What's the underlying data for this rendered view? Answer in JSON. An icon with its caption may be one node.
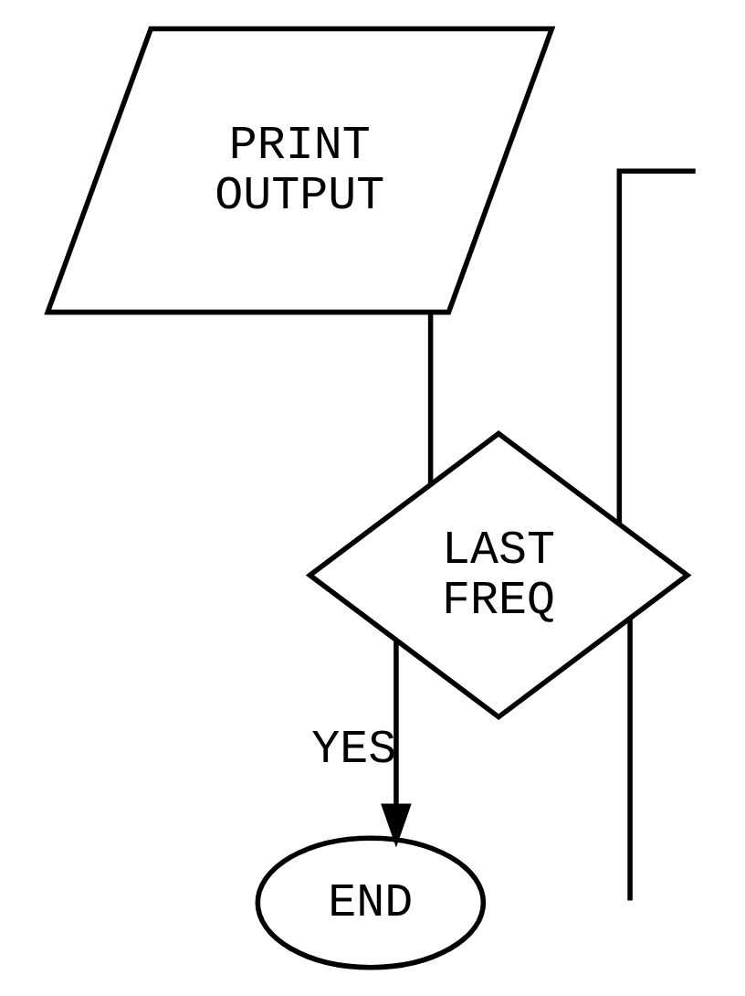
{
  "diagram": {
    "nodes": [
      {
        "text": [
          "PRINT OUTPUT"
        ]
      },
      {
        "text": [
          "LAST FREQ"
        ]
      },
      {
        "text": [
          "END"
        ]
      }
    ],
    "edges": [
      {
        "from": 0,
        "to": 1,
        "arrow": "none"
      },
      {
        "from": null,
        "to": 1,
        "arrow": "none"
      },
      {
        "from": 1,
        "to": null,
        "arrow": "none"
      },
      {
        "from": 1,
        "to": 2,
        "arrow": "to",
        "label": "YES"
      }
    ]
  }
}
